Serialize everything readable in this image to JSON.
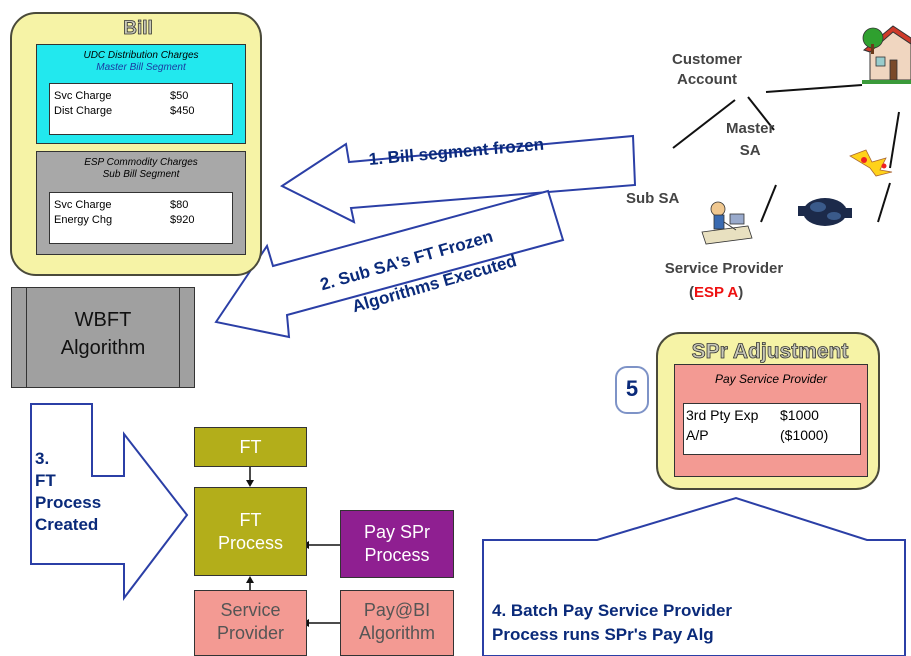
{
  "bill": {
    "title": "Bill",
    "master_segment": {
      "heading1": "UDC Distribution Charges",
      "heading2": "Master Bill Segment",
      "rows": [
        {
          "label": "Svc Charge",
          "amount": "$50"
        },
        {
          "label": "Dist Charge",
          "amount": "$450"
        }
      ]
    },
    "sub_segment": {
      "heading1": "ESP Commodity Charges",
      "heading2": "Sub Bill Segment",
      "rows": [
        {
          "label": "Svc Charge",
          "amount": "$80"
        },
        {
          "label": "Energy Chg",
          "amount": "$920"
        }
      ]
    }
  },
  "wbft": {
    "line1": "WBFT",
    "line2": "Algorithm"
  },
  "arrows": {
    "step1": "1. Bill segment frozen",
    "step2_line1": "2. Sub SA's FT Frozen",
    "step2_line2": "Algorithms Executed",
    "step3": [
      "3.",
      "FT",
      "Process",
      "Created"
    ],
    "step4_line1": "4. Batch Pay Service Provider",
    "step4_line2": "Process runs SPr's Pay Alg"
  },
  "flow": {
    "ft": "FT",
    "ft_process_l1": "FT",
    "ft_process_l2": "Process",
    "pay_spr_l1": "Pay SPr",
    "pay_spr_l2": "Process",
    "service_provider_l1": "Service",
    "service_provider_l2": "Provider",
    "pay_bi_l1": "Pay@BI",
    "pay_bi_l2": "Algorithm"
  },
  "entities": {
    "customer_l1": "Customer",
    "customer_l2": "Account",
    "master_l1": "Master",
    "master_l2": "SA",
    "sub_sa": "Sub SA",
    "service_provider": "Service Provider",
    "esp_open": "(",
    "esp": "ESP A",
    "esp_close": ")"
  },
  "spr_adjustment": {
    "title": "SPr Adjustment",
    "heading": "Pay Service Provider",
    "rows": [
      {
        "label": "3rd Pty Exp",
        "amount": "$1000"
      },
      {
        "label": "A/P",
        "amount": "($1000)"
      }
    ]
  },
  "step_badge": "5",
  "colors": {
    "bill_bg": "#f6f3a6",
    "master_segment": "#22e8ee",
    "sub_segment": "#a8a8a8",
    "arrow_text": "#0a2a7a",
    "arrow_stroke": "#2b3fa6",
    "olive": "#b3ae1a",
    "purple": "#8f1f91",
    "salmon": "#f39a93",
    "esp_red": "#e11111"
  },
  "icons": [
    "house-icon",
    "person-at-desk-icon",
    "handshake-icon",
    "lightning-bolt-icon"
  ]
}
